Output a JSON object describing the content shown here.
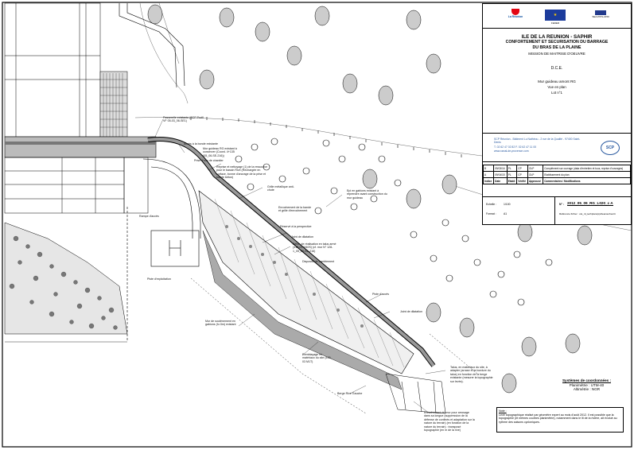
{
  "titleblock": {
    "logos": {
      "region": "La Réunion",
      "eu_caption": "FEDER",
      "third": "SEA-P/FS-2150"
    },
    "title": "ILE DE LA REUNION - SAPHIR",
    "subtitle_1": "CONFORTEMENT ET SECURISATION DU BARRAGE",
    "subtitle_2": "DU BRAS DE LA PLAINE",
    "mission": "MISSION DE MAITRISE D'OEUVRE",
    "phase": "D.C.E.",
    "drawing_name": "Mur guideau amont RG",
    "view": "Vue en plan",
    "lot": "Lot n°1",
    "company": "SCP Réunion - Bâtiment Lu Nathéou - 2 rue de la Qualité - 97400 Saint-Denis",
    "contact": "T. 02 62 47 02 82    F. 02 62 47 11 00",
    "website": "www.canal-de-provence.com",
    "company_logo": "SCP",
    "revisions": [
      {
        "idx": "B",
        "date": "09/03/16",
        "by": "PL",
        "chk": "CP",
        "app": "OLP",
        "desc": "Complément sur ouvrage (data d'entretien et tous, reprise d'ouvrages)"
      },
      {
        "idx": "A",
        "date": "09/04/15",
        "by": "PL",
        "chk": "CP",
        "app": "OLP",
        "desc": "Etablissement du plan"
      }
    ],
    "rev_header": {
      "idx": "Indice",
      "date": "Date",
      "by": "Etabli",
      "chk": "Vérifié",
      "app": "Approuvé",
      "desc": "Commentaires / Modifications"
    },
    "scale_label": "Echelle :",
    "scale_value": "1/100",
    "format_label": "Format :",
    "format_value": "A1",
    "number_label": "N° :",
    "number_value": "2012_05_09_RG_L020_c A",
    "file_ref": "Référence fichier : uts_rd_techplans(s)/deacourbes/tt"
  },
  "coordinates": {
    "title": "Systèmes de coordonnées :",
    "planimetry": "Planimétrie : UTM-40",
    "altimetry": "Altimétrie : NGR"
  },
  "note": {
    "title": "Note :",
    "text": "Levé topographique réalisé par géomètre expert au mois d'août 2012. Il est possible que la topographie (et mêmes courbes planimétrie), notamment dans le lit de la rivière, ait évolué au rythme des saisons cycloniques."
  },
  "annotations": {
    "a1": "Passerelle existante (SCP Profil VF 05-03_06-SE1)",
    "a2": "Accès à la bonde existante",
    "a3": "Mur guideau RG existant à conserver (Coord. 4+135 (05_06-SE-216))",
    "a4": "Prise d'eau de chantier",
    "a5": "Reprise et nettoyage (1) de la ressource pour le bassin Rive (Rechargée en surface, bonne d'ancrage de la prise et bande béton)",
    "a6": "Grille métallique anti-chute",
    "a7": "Rampe d'accès",
    "a8": "Enrochement de la bande et grille d'enrochement",
    "a9": "Epi en gabions existant à reprendre avant construction du mur guideau",
    "a10": "Réservé à la perspective",
    "a11": "Joint de dilatation",
    "a12": "Béton de réalisation en talus armé (415-03 M40S) (cf. mur N° 128-1_05_06-SE-216)",
    "a13": "Dispositif de comblement",
    "a14": "Joint de dilatation",
    "a15": "Piste d'accès",
    "a16": "Piste d'exploitation",
    "a17": "Mur de soutènement en gabions (h=3m) existant",
    "a18": "Remblayage en matériaux du site (415-03 M1T)",
    "a19": "Talus, en matériaux du site, à adapter (arrase et la bordure du talus) en fonction de la berge existante (mesurer la topographie sur levés).",
    "a20": "Berge Rive Gauche",
    "a21": "Enrochement du mur pour arrosage dans sa longue (suppression de la défense de confinés et adaptation sur la nature du terrain) (en fonction de la nature du terrain) : transposé topographie (en m de la rive)"
  }
}
